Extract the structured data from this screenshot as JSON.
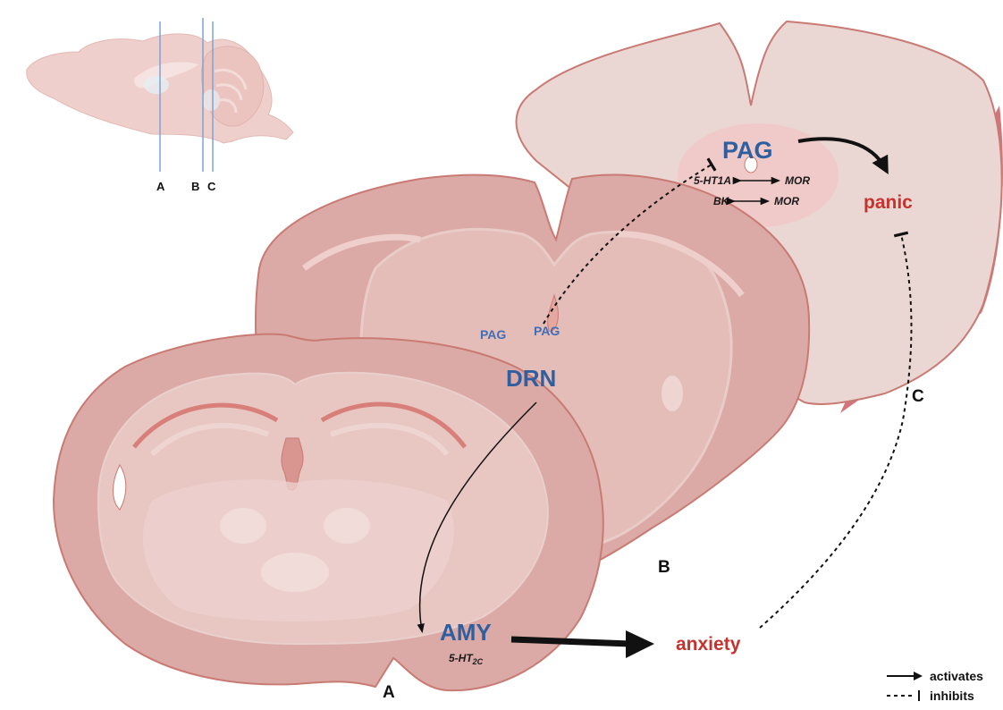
{
  "colors": {
    "tissue_fill": "#dcaaa6",
    "tissue_light": "#ead0cc",
    "tissue_outline": "#c97a73",
    "brainstem_fill": "#ead6d3",
    "brainstem_edge": "#d4737a",
    "region_blue": "#2f5f9e",
    "effect_red": "#c8322d",
    "section_line_blue": "#7ea3d6"
  },
  "schematic": {
    "section_labels": {
      "a": "A",
      "b": "B",
      "c": "C"
    }
  },
  "slices": {
    "a_label": "A",
    "b_label": "B",
    "c_label": "C"
  },
  "regions": {
    "pag_main": "PAG",
    "pag_left": "PAG",
    "pag_right": "PAG",
    "drn": "DRN",
    "amy": "AMY"
  },
  "receptors": {
    "row1_left": "5-HT1A",
    "row1_right": "MOR",
    "row2_left": "BK",
    "row2_right": "MOR",
    "amy_base": "5-HT",
    "amy_sub": "2C"
  },
  "effects": {
    "panic": "panic",
    "anxiety": "anxiety"
  },
  "legend": {
    "activates": "activates",
    "inhibits": "inhibits"
  }
}
